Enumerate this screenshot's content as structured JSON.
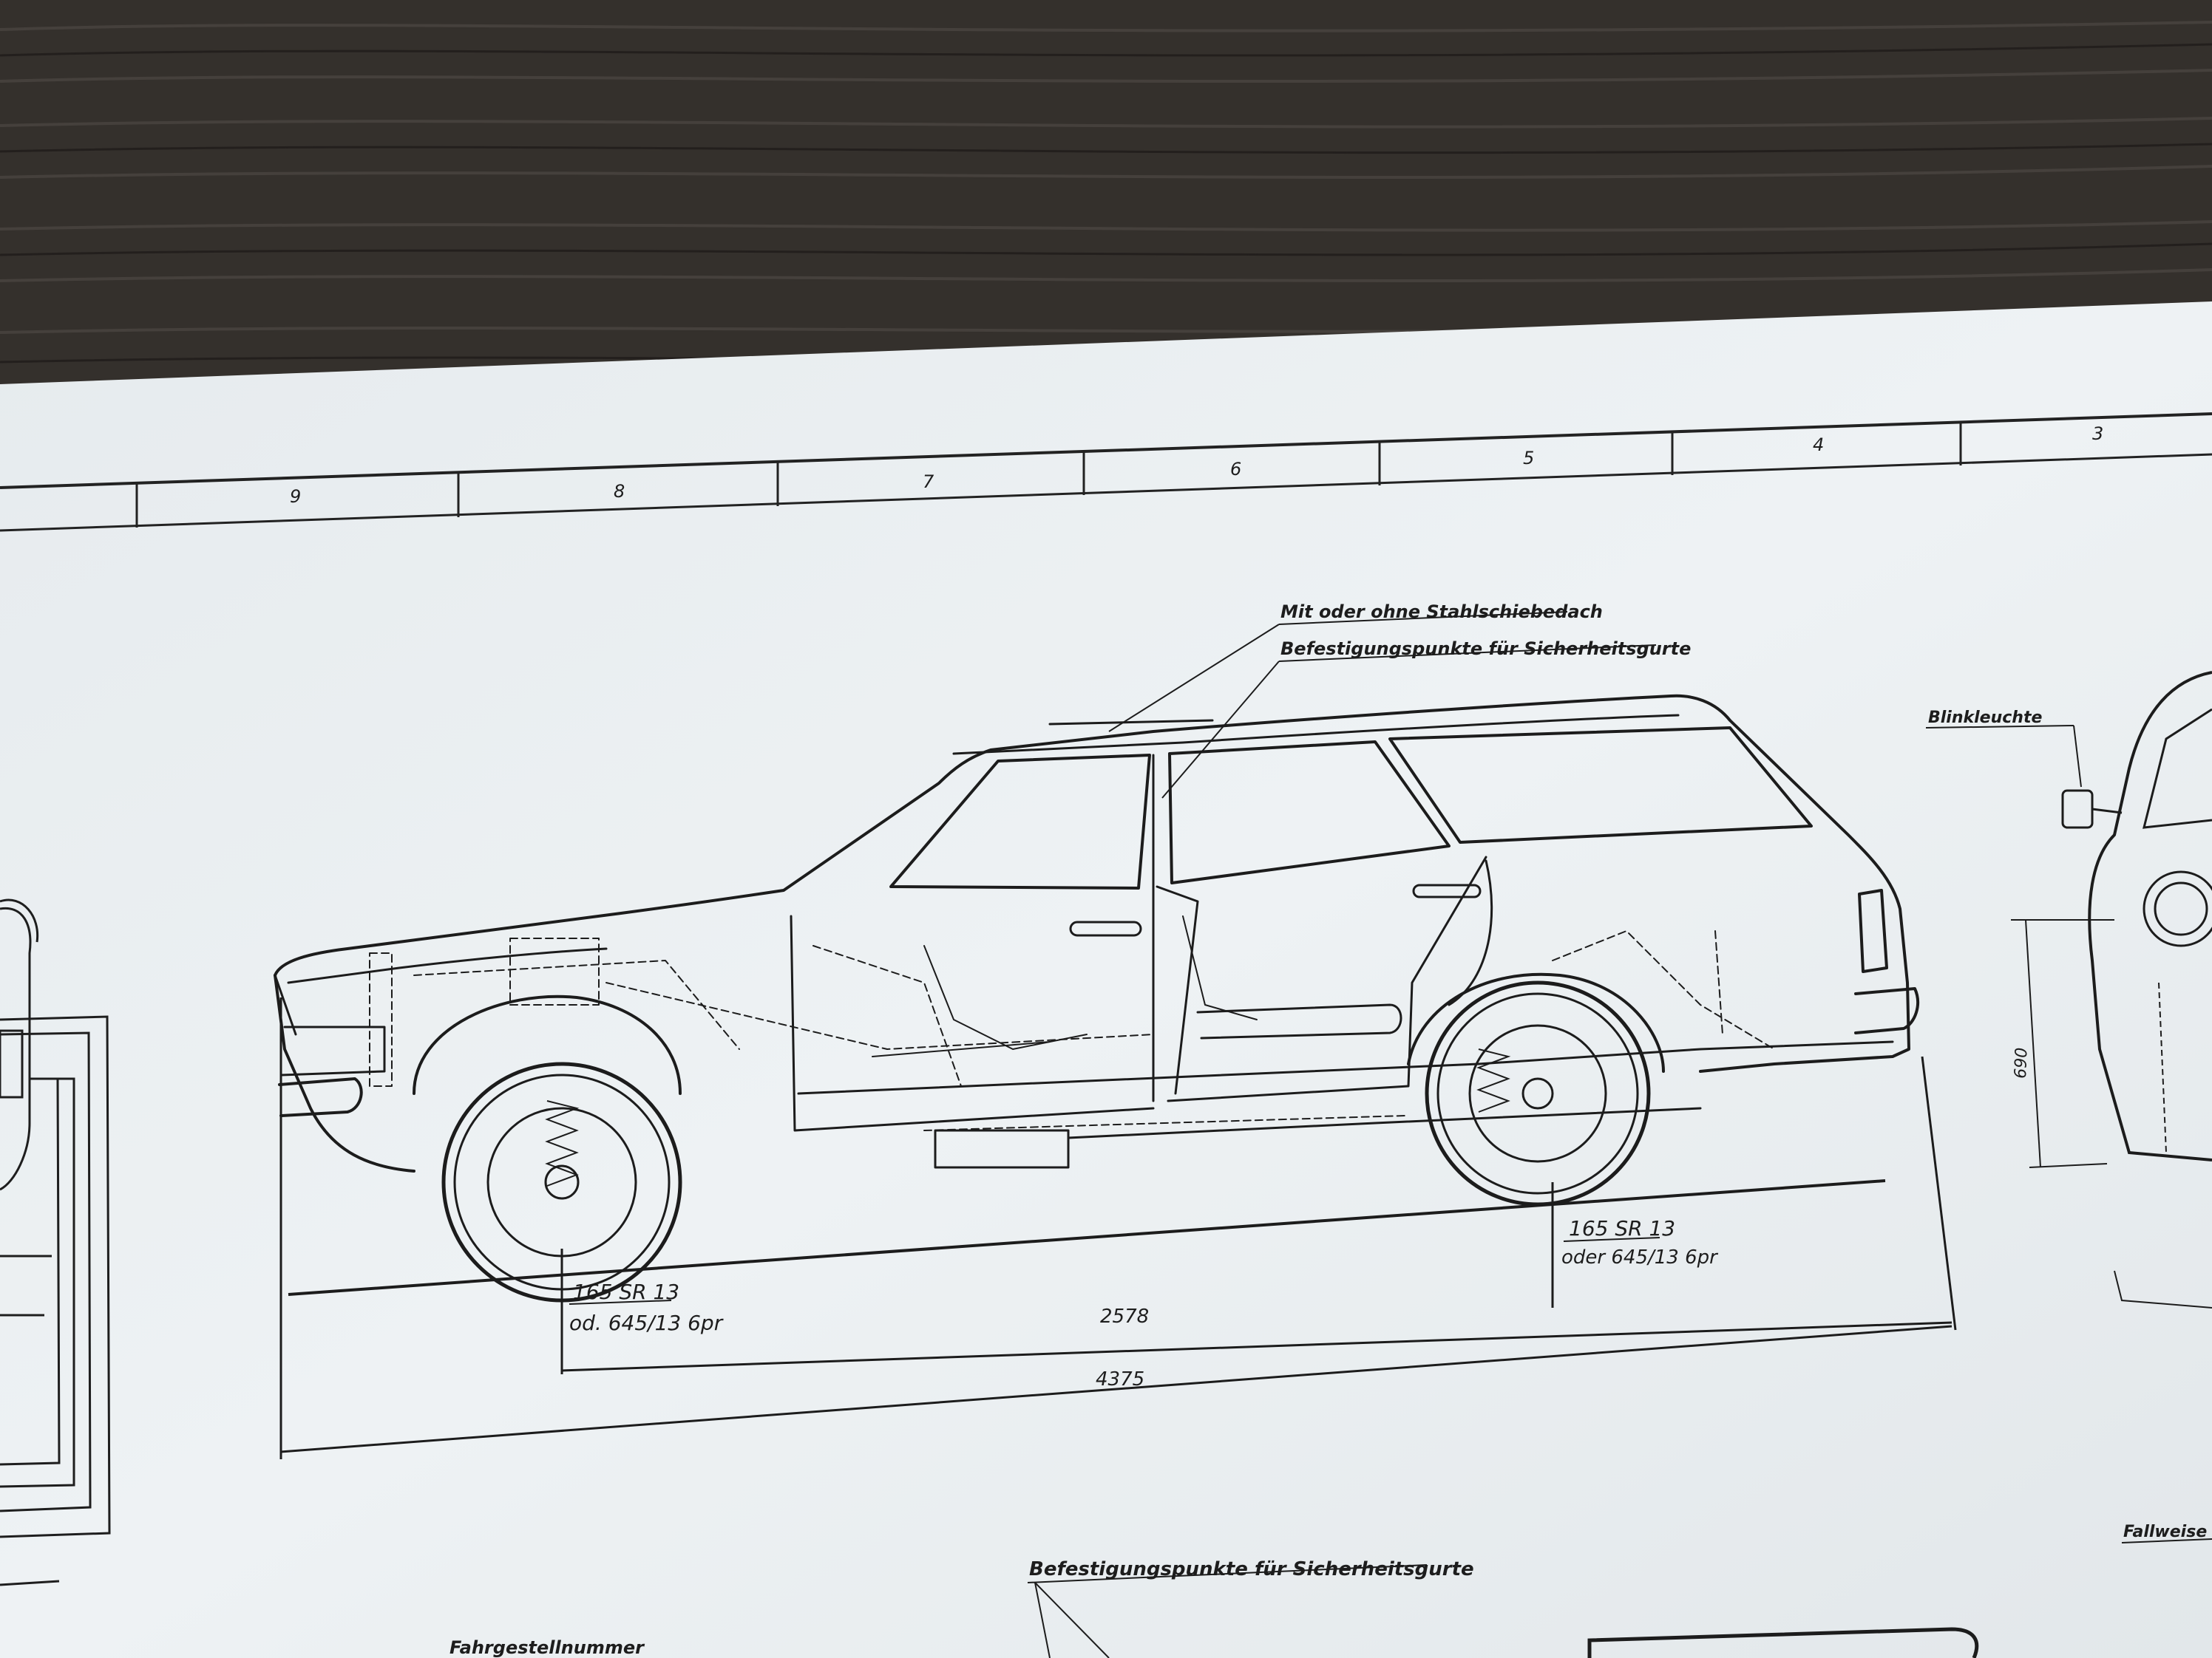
{
  "photo": {
    "surface": "dark wood table",
    "subject": "technical drawing sheet of a station wagon (side view)"
  },
  "drawing": {
    "grid_numbers": [
      "9",
      "8",
      "7",
      "6",
      "5",
      "4",
      "3"
    ],
    "callouts": {
      "sunroof": "Mit oder ohne Stahlschiebedach",
      "belt_points_top": "Befestigungspunkte für Sicherheitsgurte",
      "belt_points_bottom": "Befestigungspunkte für Sicherheitsgurte",
      "blinker": "Blinkleuchte",
      "chassis_number": "Fahrgestellnummer",
      "partly": "Fallweise"
    },
    "front_tire": {
      "line1": "165 SR 13",
      "line2": "od. 645/13 6pr"
    },
    "rear_tire": {
      "line1": "165 SR 13",
      "line2": "oder  645/13 6pr"
    },
    "dimensions": {
      "wheelbase": "2578",
      "overall_length": "4375",
      "front_view_height": "690"
    }
  }
}
